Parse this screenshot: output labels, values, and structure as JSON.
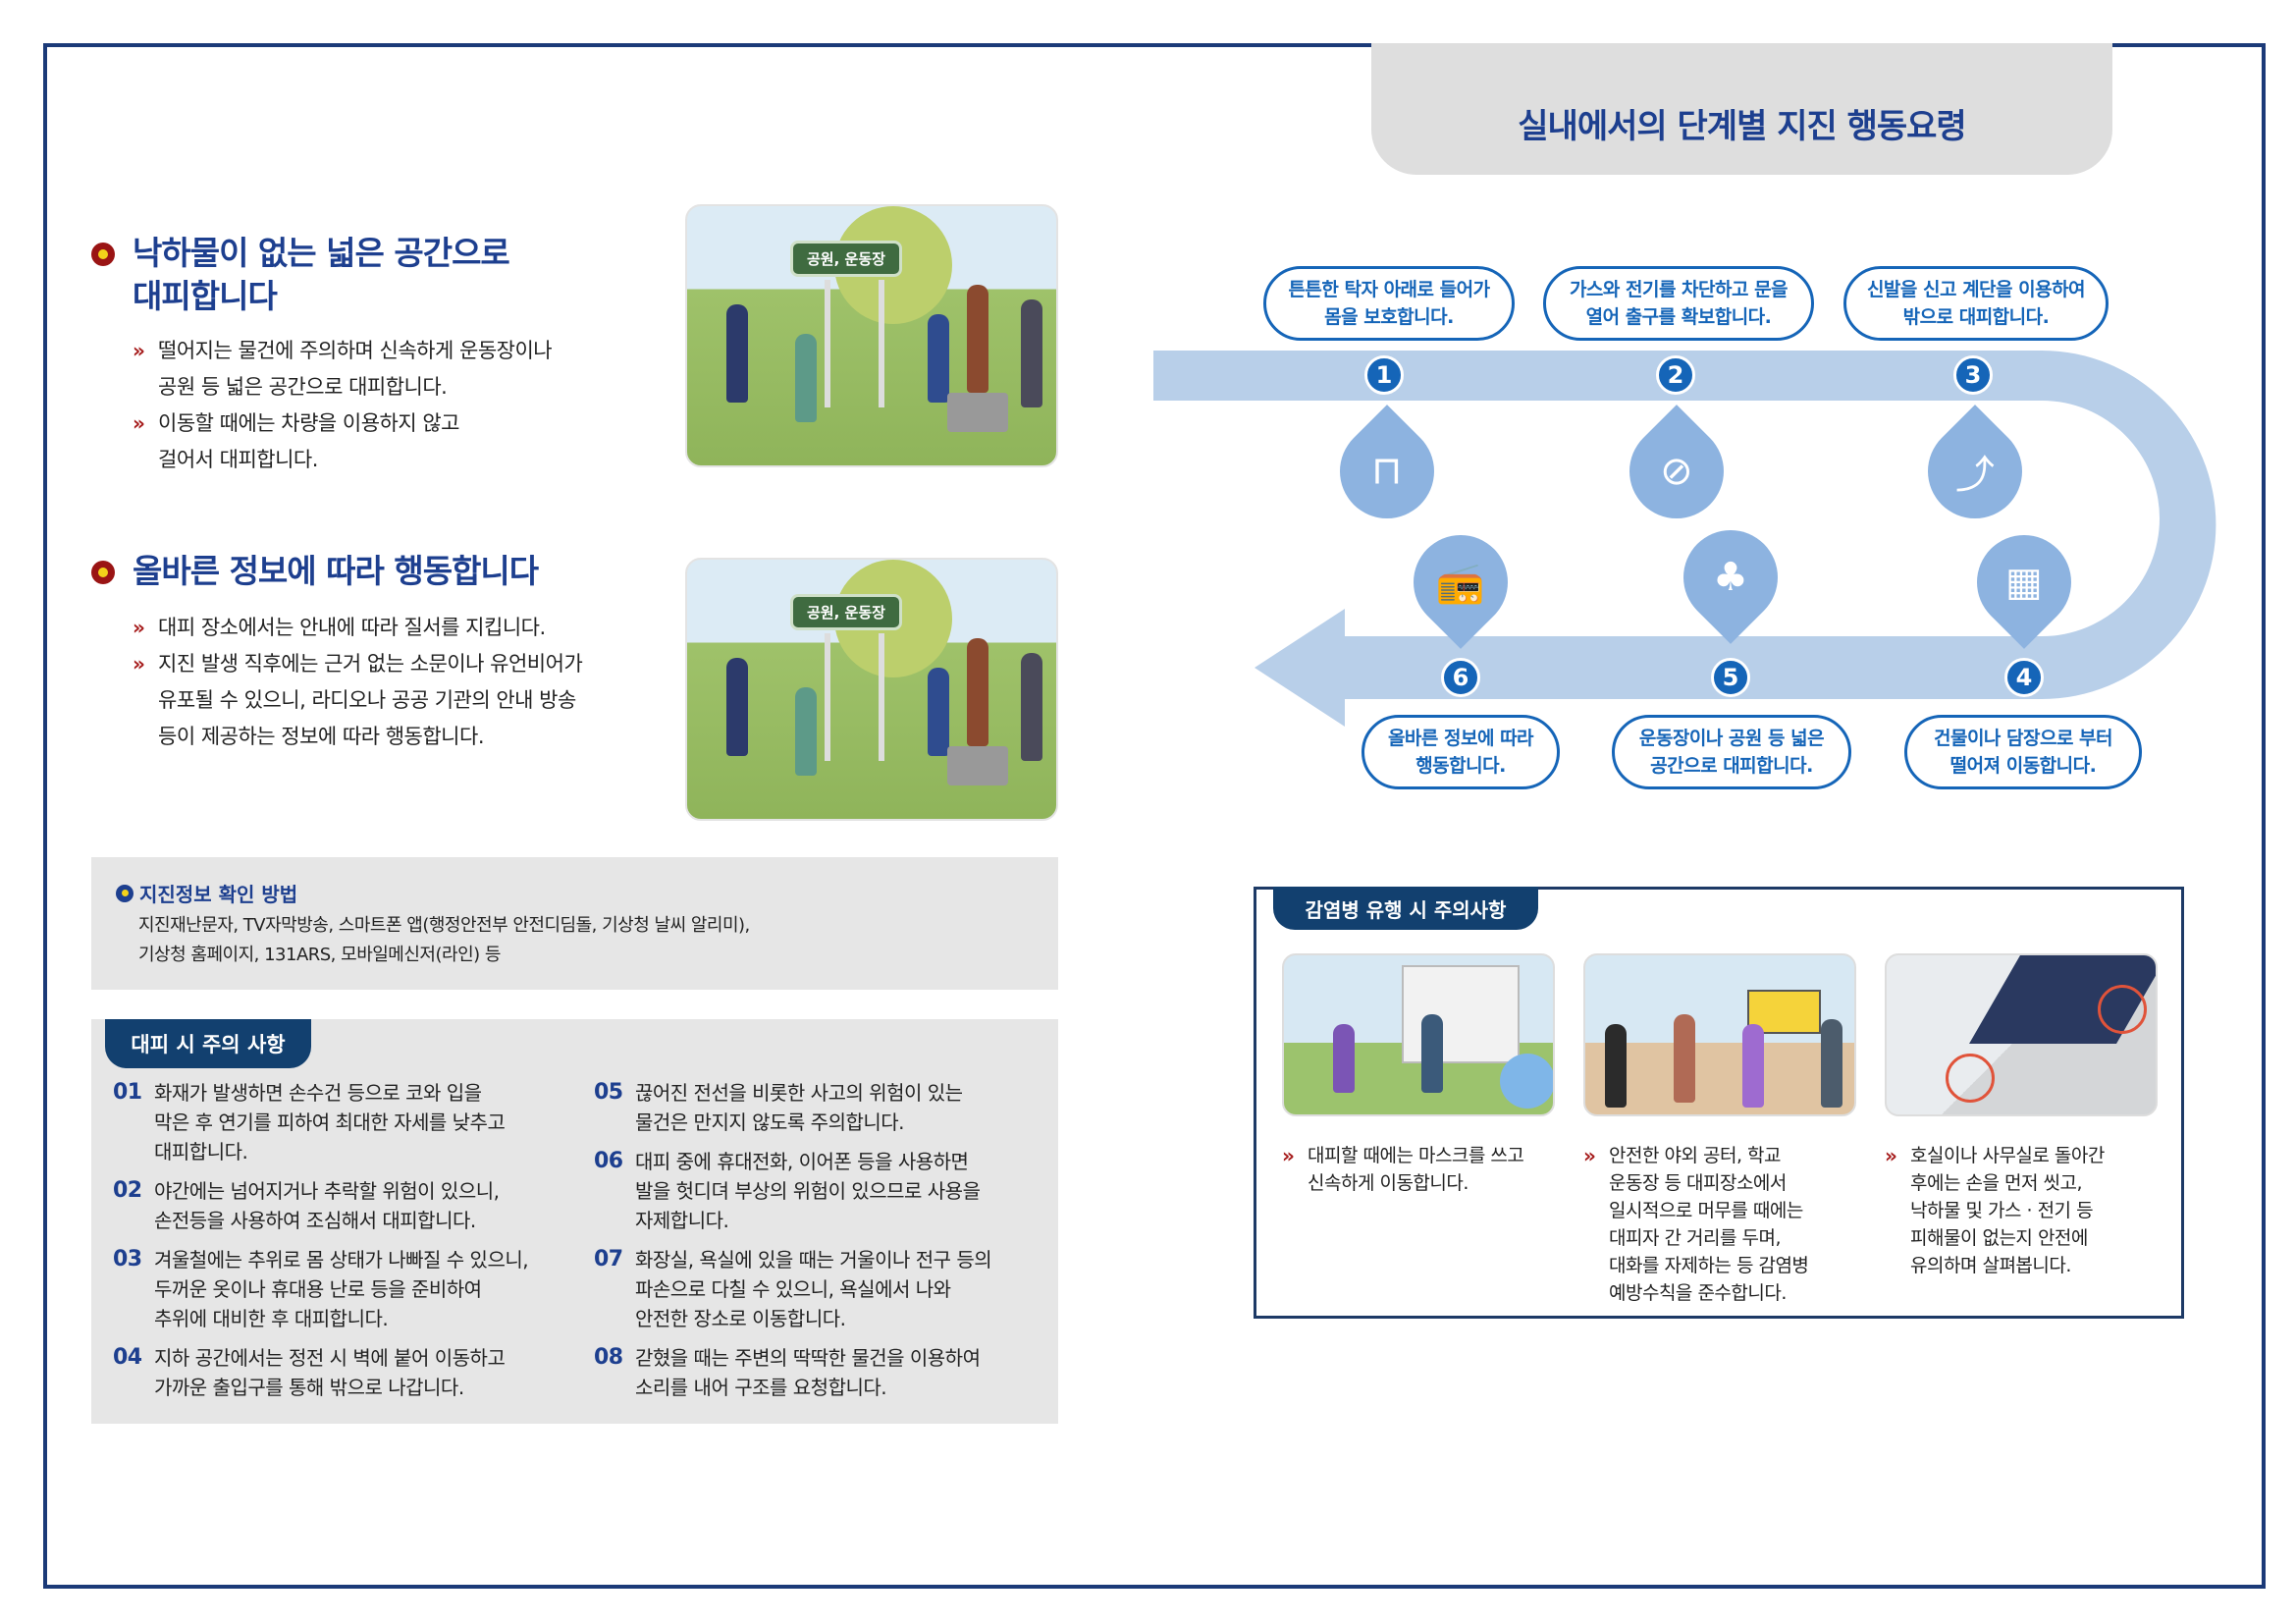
{
  "title": "실내에서의 단계별 지진 행동요령",
  "left": {
    "section1": {
      "heading_lines": [
        "낙하물이 없는 넓은 공간으로",
        "대피합니다"
      ],
      "bullets": [
        [
          "떨어지는 물건에 주의하며 신속하게 운동장이나",
          "공원 등 넓은 공간으로 대피합니다."
        ],
        [
          "이동할 때에는 차량을 이용하지 않고",
          "걸어서 대피합니다."
        ]
      ],
      "sign": "공원, 운동장"
    },
    "section2": {
      "heading": "올바른 정보에 따라 행동합니다",
      "bullets": [
        [
          "대피 장소에서는 안내에 따라 질서를 지킵니다."
        ],
        [
          "지진 발생 직후에는 근거 없는 소문이나 유언비어가",
          "유포될 수 있으니, 라디오나 공공 기관의 안내 방송",
          "등이 제공하는 정보에 따라 행동합니다."
        ]
      ],
      "sign": "공원, 운동장"
    },
    "info": {
      "title": "지진정보 확인 방법",
      "lines": [
        "지진재난문자, TV자막방송, 스마트폰 앱(행정안전부 안전디딤돌, 기상청 날씨 알리미),",
        "기상청 홈페이지, 131ARS, 모바일메신저(라인) 등"
      ]
    },
    "precautions": {
      "tab": "대피 시 주의 사항",
      "items": [
        {
          "num": "01",
          "lines": [
            "화재가 발생하면 손수건 등으로 코와 입을",
            "막은 후 연기를 피하여 최대한 자세를 낮추고",
            "대피합니다."
          ]
        },
        {
          "num": "02",
          "lines": [
            "야간에는 넘어지거나 추락할 위험이 있으니,",
            "손전등을 사용하여 조심해서 대피합니다."
          ]
        },
        {
          "num": "03",
          "lines": [
            "겨울철에는 추위로 몸 상태가 나빠질 수 있으니,",
            "두꺼운 옷이나 휴대용 난로 등을 준비하여",
            "추위에 대비한 후 대피합니다."
          ]
        },
        {
          "num": "04",
          "lines": [
            "지하 공간에서는 정전 시 벽에 붙어 이동하고",
            "가까운 출입구를 통해 밖으로 나갑니다."
          ]
        },
        {
          "num": "05",
          "lines": [
            "끊어진 전선을 비롯한 사고의 위험이 있는",
            "물건은 만지지 않도록 주의합니다."
          ]
        },
        {
          "num": "06",
          "lines": [
            "대피 중에 휴대전화, 이어폰 등을 사용하면",
            "발을 헛디뎌 부상의 위험이 있으므로 사용을",
            "자제합니다."
          ]
        },
        {
          "num": "07",
          "lines": [
            "화장실, 욕실에 있을 때는 거울이나 전구 등의",
            "파손으로 다칠 수 있으니, 욕실에서 나와",
            "안전한 장소로 이동합니다."
          ]
        },
        {
          "num": "08",
          "lines": [
            "갇혔을 때는 주변의 딱딱한 물건을 이용하여",
            "소리를 내어 구조를 요청합니다."
          ]
        }
      ]
    }
  },
  "steps": [
    {
      "num": "1",
      "lines": [
        "튼튼한 탁자 아래로 들어가",
        "몸을 보호합니다."
      ],
      "icon": "table-shelter-icon"
    },
    {
      "num": "2",
      "lines": [
        "가스와 전기를 차단하고 문을",
        "열어 출구를 확보합니다."
      ],
      "icon": "no-gas-fire-icon"
    },
    {
      "num": "3",
      "lines": [
        "신발을 신고 계단을 이용하여",
        "밖으로 대피합니다."
      ],
      "icon": "stairs-icon"
    },
    {
      "num": "4",
      "lines": [
        "건물이나 담장으로 부터",
        "떨어져 이동합니다."
      ],
      "icon": "building-away-icon"
    },
    {
      "num": "5",
      "lines": [
        "운동장이나 공원 등 넓은",
        "공간으로 대피합니다."
      ],
      "icon": "park-icon"
    },
    {
      "num": "6",
      "lines": [
        "올바른 정보에 따라",
        "행동합니다."
      ],
      "icon": "radio-icon"
    }
  ],
  "infection": {
    "tab": "감염병 유행 시 주의사항",
    "items": [
      {
        "lines": [
          "대피할 때에는 마스크를 쓰고",
          "신속하게 이동합니다."
        ]
      },
      {
        "lines": [
          "안전한 야외 공터, 학교",
          "운동장 등 대피장소에서",
          "일시적으로 머무를 때에는",
          "대피자 간 거리를 두며,",
          "대화를 자제하는 등 감염병",
          "예방수칙을 준수합니다."
        ]
      },
      {
        "lines": [
          "호실이나 사무실로 돌아간",
          "후에는 손을 먼저 씻고,",
          "낙하물 및 가스 · 전기 등",
          "피해물이 없는지 안전에",
          "유의하며 살펴봅니다."
        ]
      }
    ]
  },
  "colors": {
    "navy": "#1d3f8f",
    "blue": "#1565b8",
    "band": "#b8cfe9",
    "red": "#a51a1a"
  }
}
